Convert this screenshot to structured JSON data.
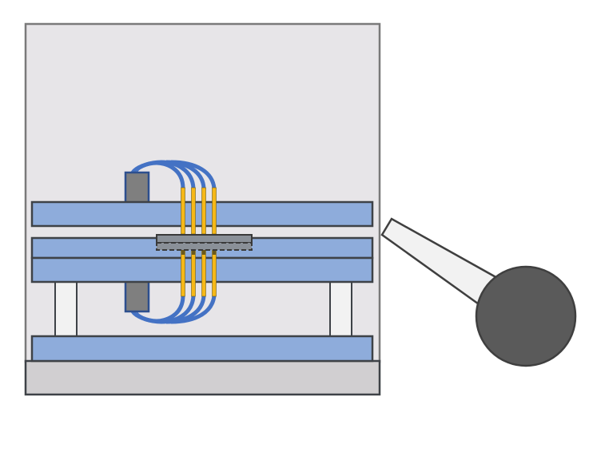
{
  "diagram": {
    "kind": "mechanical-cross-section",
    "colors": {
      "background": "#ffffff",
      "enclosure_fill": "#e7e5e8",
      "enclosure_stroke": "#7a7a7a",
      "plate_fill": "#8eacdb",
      "plate_stroke": "#3e4247",
      "base_fill": "#d1cfd1",
      "post_fill": "#f2f2f2",
      "clamp_fill": "#7f7f7f",
      "clamp_stroke": "#2d4f8e",
      "wire_color": "#4472c4",
      "pin_color": "#f6b817",
      "pin_stroke": "#6b5a1a",
      "chip_fill": "#8a9098",
      "chip_stroke": "#3a3a3a",
      "handle_fill": "#f2f2f2",
      "handle_stroke": "#3f3f3f",
      "knob_fill": "#5a5a5a"
    },
    "components": [
      {
        "id": "enclosure",
        "icon": "rectangle-frame"
      },
      {
        "id": "base-block",
        "icon": "rectangle"
      },
      {
        "id": "bottom-plate",
        "icon": "plate"
      },
      {
        "id": "support-post-left",
        "icon": "post"
      },
      {
        "id": "support-post-right",
        "icon": "post"
      },
      {
        "id": "lower-plate",
        "icon": "plate"
      },
      {
        "id": "middle-plate",
        "icon": "plate"
      },
      {
        "id": "upper-plate",
        "icon": "plate"
      },
      {
        "id": "chip-package",
        "icon": "chip"
      },
      {
        "id": "upper-clamp-block",
        "icon": "clamp"
      },
      {
        "id": "lower-clamp-block",
        "icon": "clamp"
      },
      {
        "id": "upper-pin-array",
        "icon": "pins",
        "count": 4
      },
      {
        "id": "lower-pin-array",
        "icon": "pins",
        "count": 4
      },
      {
        "id": "upper-wire-bundle",
        "icon": "wires",
        "count": 4
      },
      {
        "id": "lower-wire-bundle",
        "icon": "wires",
        "count": 4
      },
      {
        "id": "lever-handle",
        "icon": "lever"
      },
      {
        "id": "lever-knob",
        "icon": "knob"
      }
    ]
  }
}
